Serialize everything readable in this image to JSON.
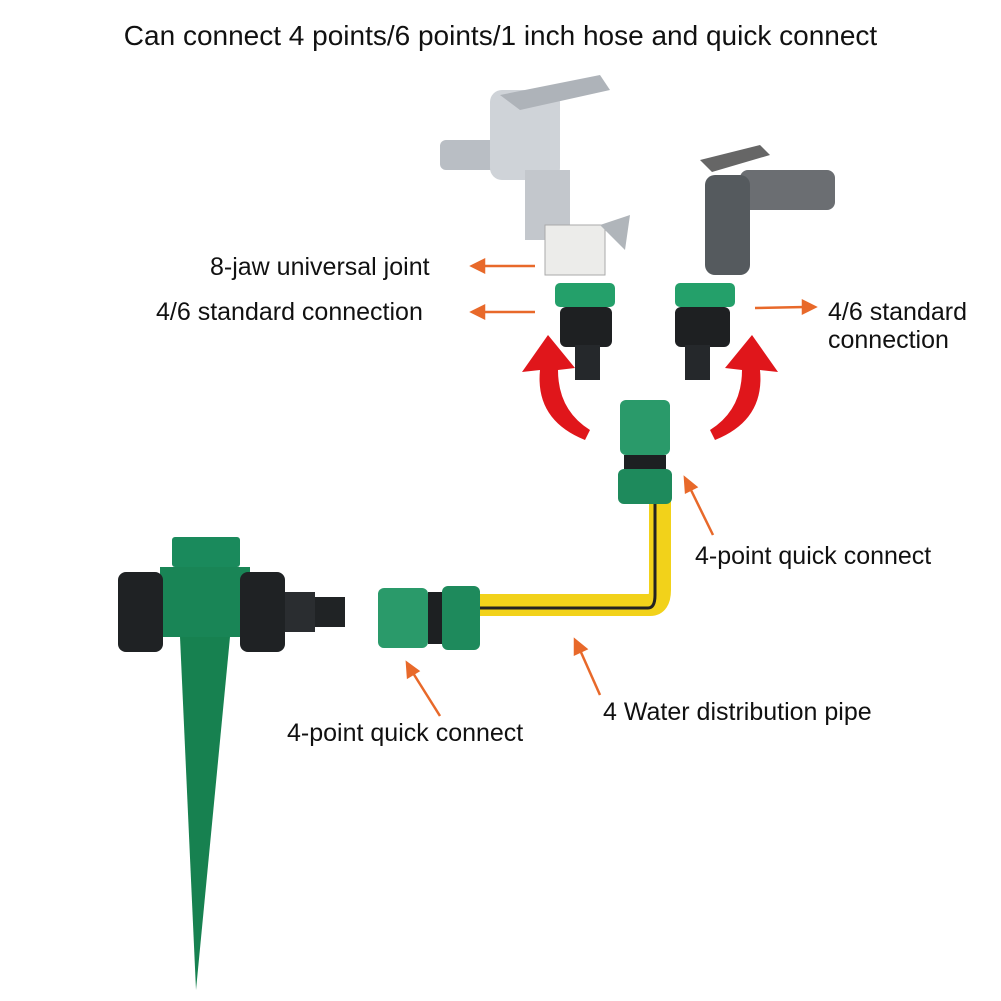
{
  "title": "Can connect 4 points/6 points/1 inch hose and quick connect",
  "labels": {
    "universal_joint": "8-jaw universal joint",
    "standard_left": "4/6 standard connection",
    "standard_right_line1": "4/6 standard",
    "standard_right_line2": "connection",
    "quick_connect_top": "4-point quick connect",
    "quick_connect_bottom": "4-point quick connect",
    "pipe": "4 Water distribution pipe"
  },
  "colors": {
    "arrow_orange": "#e8692a",
    "arrow_red": "#e0161b",
    "fitting_green": "#1f8a5e",
    "pipe_yellow": "#f2d21a"
  }
}
